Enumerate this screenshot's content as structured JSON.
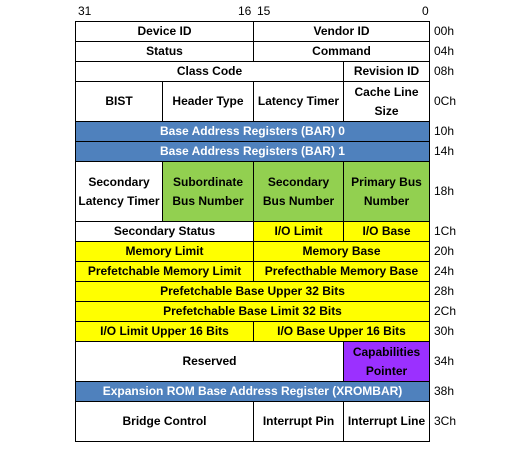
{
  "bits": {
    "b31": "31",
    "b16": "16",
    "b15": "15",
    "b0": "0"
  },
  "rows": {
    "r00": {
      "c1": "Device ID",
      "c2": "Vendor ID",
      "off": "00h"
    },
    "r04": {
      "c1": "Status",
      "c2": "Command",
      "off": "04h"
    },
    "r08": {
      "c1": "Class Code",
      "c2": "Revision ID",
      "off": "08h"
    },
    "r0c": {
      "c1": "BIST",
      "c2": "Header Type",
      "c3": "Latency Timer",
      "c4": "Cache Line Size",
      "off": "0Ch"
    },
    "r10": {
      "c1": "Base Address Registers (BAR) 0",
      "off": "10h"
    },
    "r14": {
      "c1": "Base Address Registers (BAR) 1",
      "off": "14h"
    },
    "r18": {
      "c1": "Secondary Latency Timer",
      "c2": "Subordinate Bus Number",
      "c3": "Secondary Bus Number",
      "c4": "Primary Bus Number",
      "off": "18h"
    },
    "r1c": {
      "c1": "Secondary Status",
      "c2": "I/O Limit",
      "c3": "I/O Base",
      "off": "1Ch"
    },
    "r20": {
      "c1": "Memory Limit",
      "c2": "Memory Base",
      "off": "20h"
    },
    "r24": {
      "c1": "Prefetchable Memory Limit",
      "c2": "Prefecthable Memory Base",
      "off": "24h"
    },
    "r28": {
      "c1": "Prefetchable Base Upper 32 Bits",
      "off": "28h"
    },
    "r2c": {
      "c1": "Prefetchable Base Limit 32 Bits",
      "off": "2Ch"
    },
    "r30": {
      "c1": "I/O Limit Upper 16 Bits",
      "c2": "I/O Base Upper 16 Bits",
      "off": "30h"
    },
    "r34": {
      "c1": "Reserved",
      "c2": "Capabilities Pointer",
      "off": "34h"
    },
    "r38": {
      "c1": "Expansion ROM Base Address Register (XROMBAR)",
      "off": "38h"
    },
    "r3c": {
      "c1": "Bridge Control",
      "c2": "Interrupt Pin",
      "c3": "Interrupt Line",
      "off": "3Ch"
    }
  },
  "colors": {
    "blue": "#4f81bd",
    "yellow": "#ffff00",
    "green": "#92d050",
    "purple": "#9b30ff"
  }
}
